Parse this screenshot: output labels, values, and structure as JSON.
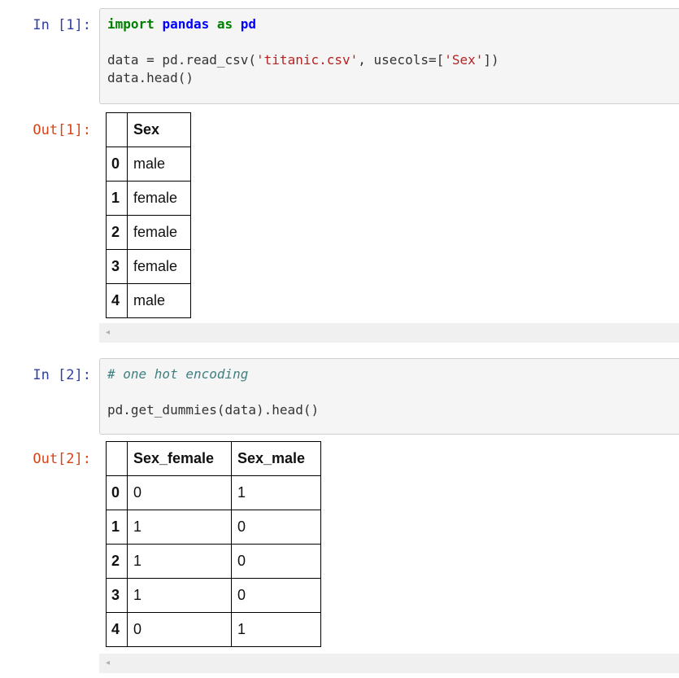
{
  "cells": [
    {
      "in_prompt": "In [1]:",
      "code": {
        "line1": {
          "kw": "import",
          "mod1": "pandas",
          "kw2": "as",
          "mod2": "pd"
        },
        "line3": {
          "pre": "data = pd.read_csv(",
          "str1": "'titanic.csv'",
          "mid": ", usecols=[",
          "str2": "'Sex'",
          "post": "])"
        },
        "line4": "data.head()"
      },
      "out_prompt": "Out[1]:",
      "table": {
        "columns": [
          "Sex"
        ],
        "index": [
          "0",
          "1",
          "2",
          "3",
          "4"
        ],
        "rows": [
          [
            "male"
          ],
          [
            "female"
          ],
          [
            "female"
          ],
          [
            "female"
          ],
          [
            "male"
          ]
        ]
      },
      "scroll_arrow": "◂"
    },
    {
      "in_prompt": "In [2]:",
      "code": {
        "comment": "# one hot encoding",
        "line3": "pd.get_dummies(data).head()"
      },
      "out_prompt": "Out[2]:",
      "table": {
        "columns": [
          "Sex_female",
          "Sex_male"
        ],
        "index": [
          "0",
          "1",
          "2",
          "3",
          "4"
        ],
        "rows": [
          [
            "0",
            "1"
          ],
          [
            "1",
            "0"
          ],
          [
            "1",
            "0"
          ],
          [
            "1",
            "0"
          ],
          [
            "0",
            "1"
          ]
        ]
      },
      "scroll_arrow": "◂"
    }
  ]
}
